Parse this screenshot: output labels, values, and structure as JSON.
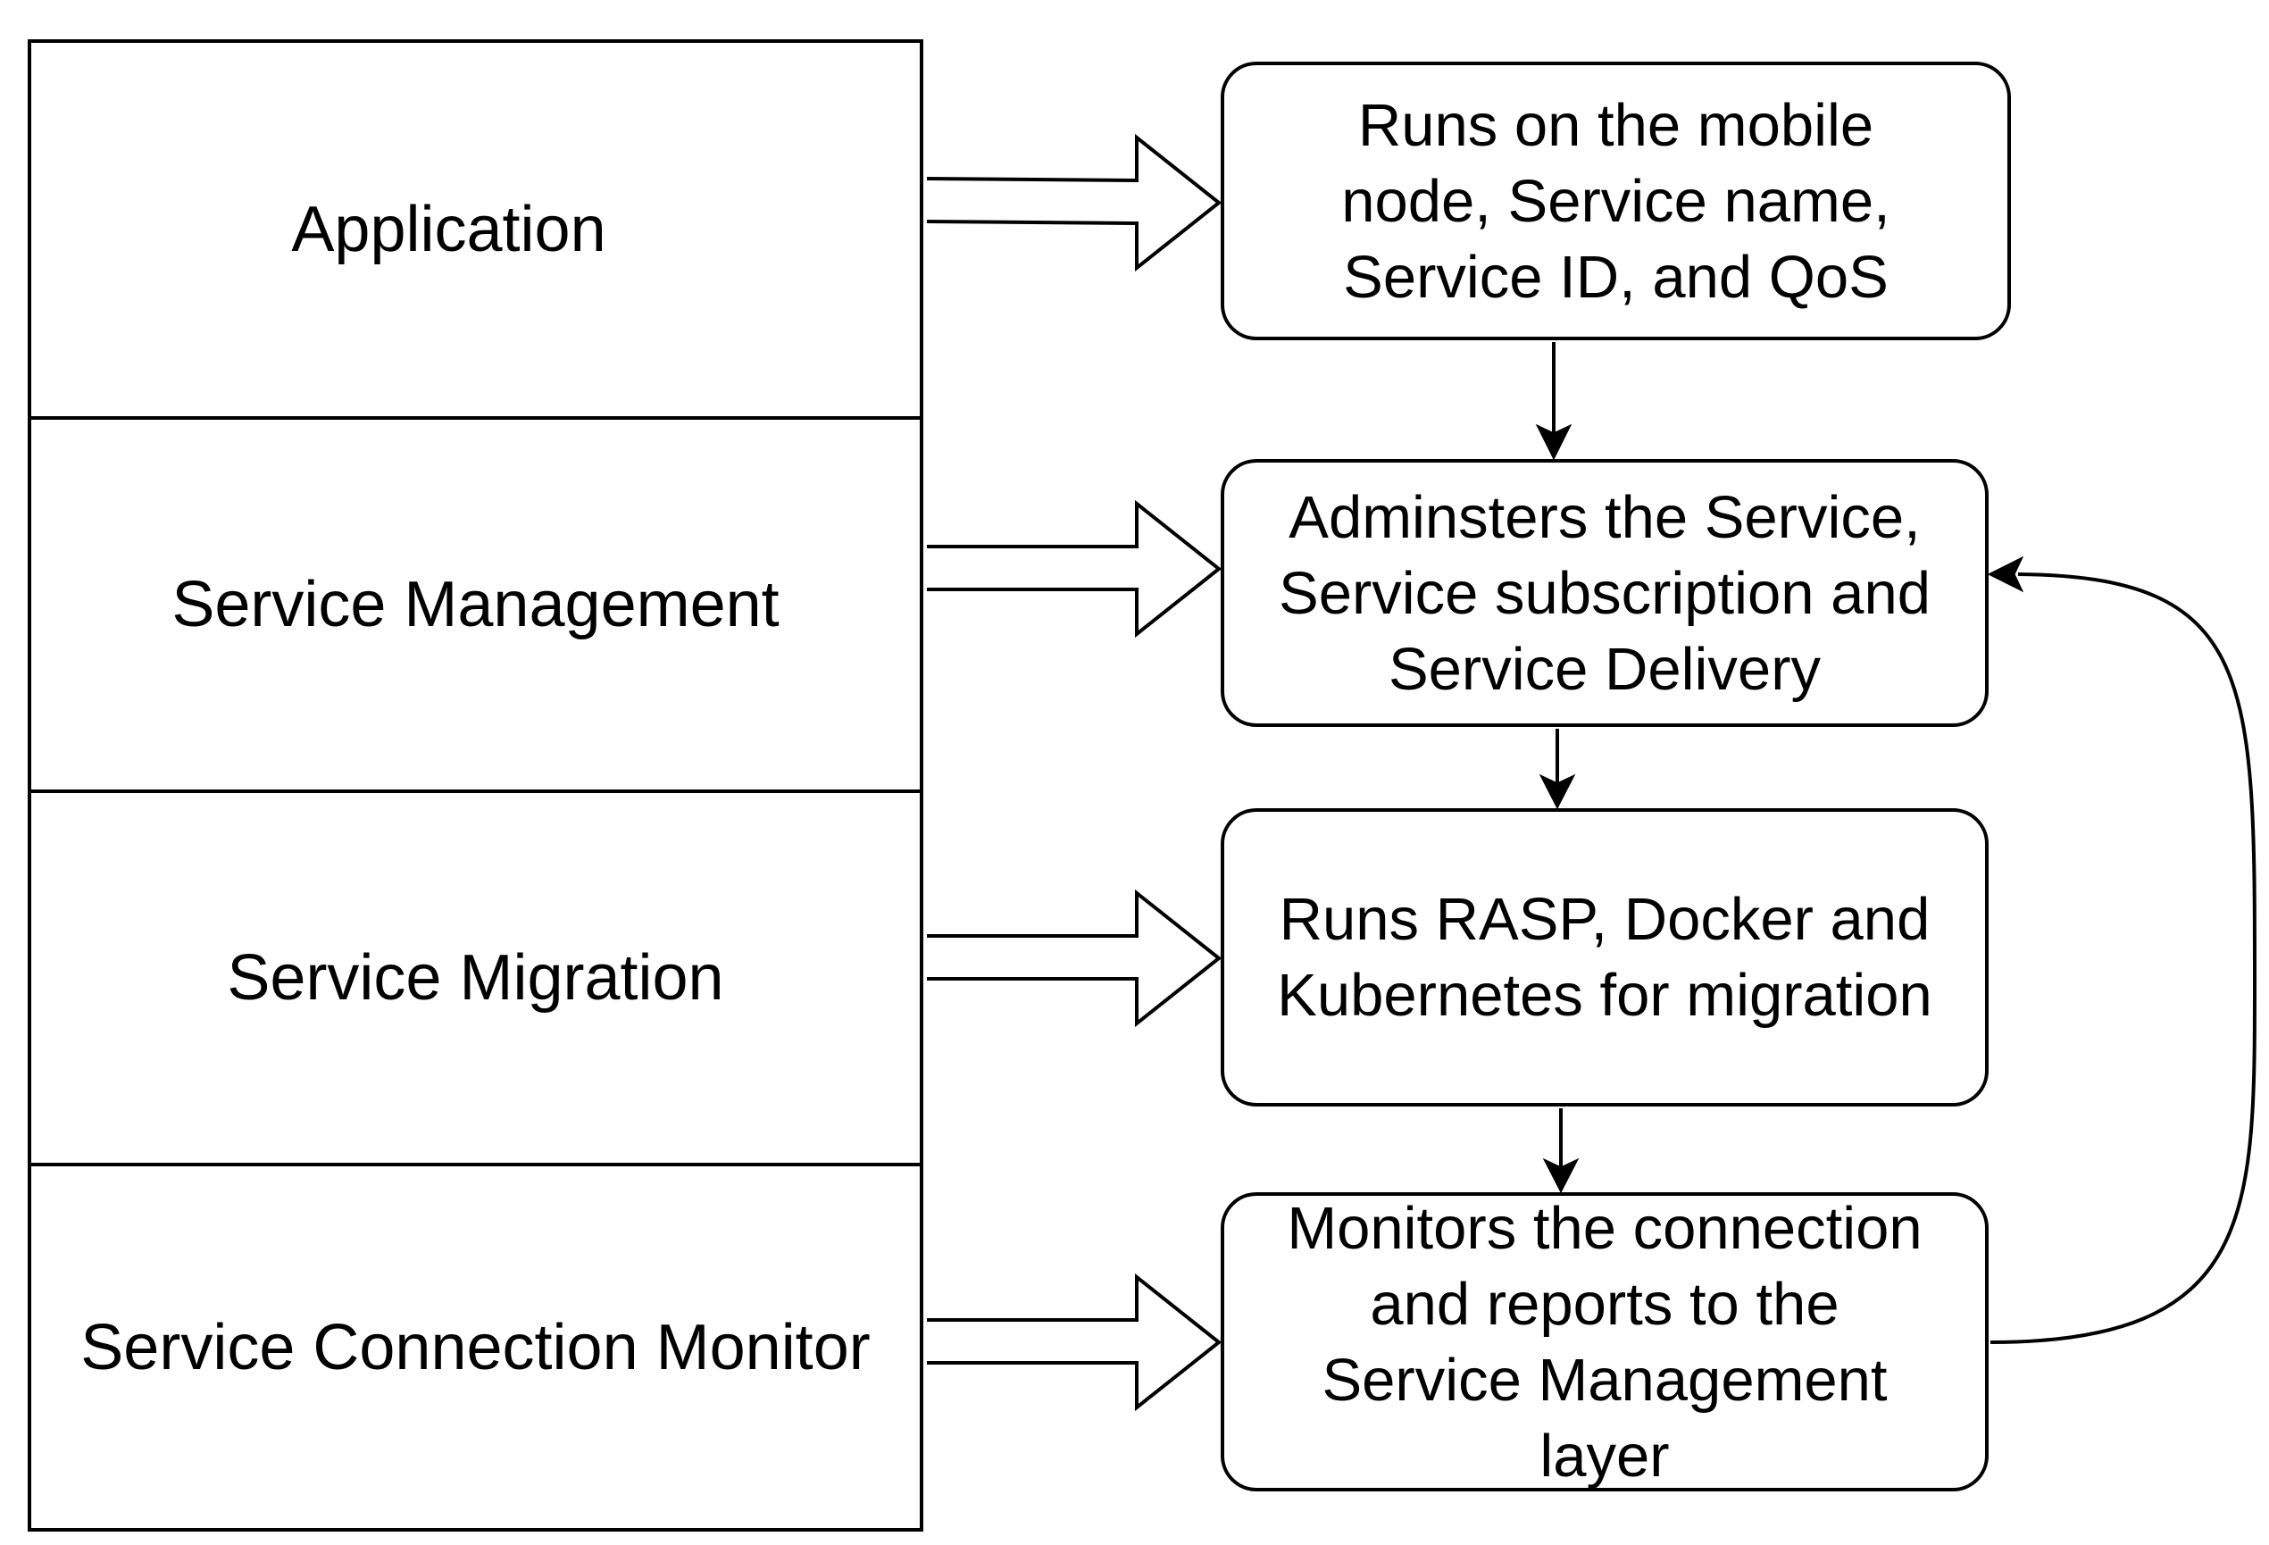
{
  "layers": [
    {
      "label": "Application"
    },
    {
      "label": "Service Management"
    },
    {
      "label": "Service Migration"
    },
    {
      "label": "Service Connection Monitor"
    }
  ],
  "descriptions": [
    {
      "text": "Runs on the mobile\nnode, Service name,\nService ID, and QoS"
    },
    {
      "text": "Adminsters the Service,\nService subscription and\nService Delivery"
    },
    {
      "text": "Runs RASP, Docker and\nKubernetes for migration"
    },
    {
      "text": "Monitors the connection\nand  reports to the\nService Management\nlayer"
    }
  ]
}
